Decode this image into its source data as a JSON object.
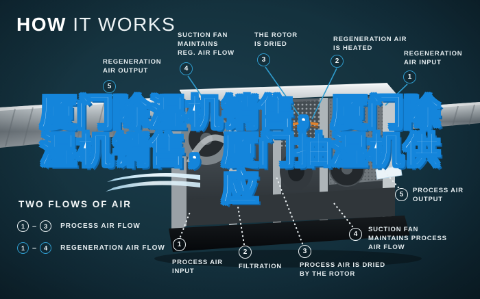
{
  "colors": {
    "background": "#132f3d",
    "accent_teal": "#2f9cce",
    "label_white": "#e3ebee",
    "overlay_fill": "#ffffff",
    "overlay_outline": "#1485db",
    "machine_silver": "#c7ccd0",
    "heater_orange": "#e0822e",
    "base_dark": "#0c1013"
  },
  "header": {
    "title_bold": "HOW",
    "title_light": " IT WORKS"
  },
  "overlay": {
    "line1": "厦门除湿机销售，厦门除",
    "line2": "湿机销售，厦门抽湿机供",
    "line3": "应"
  },
  "callouts": {
    "regeneration_output": {
      "num": "5",
      "label": "REGENERATION\nAIR OUTPUT"
    },
    "suction_fan_reg": {
      "num": "4",
      "label": "SUCTION FAN\nMAINTAINS\nREG. AIR FLOW"
    },
    "rotor_dried": {
      "num": "3",
      "label": "THE ROTOR\nIS DRIED"
    },
    "regeneration_heated": {
      "num": "2",
      "label": "REGENERATION AIR\nIS HEATED"
    },
    "regeneration_input": {
      "num": "1",
      "label": "REGENERATION\nAIR INPUT"
    },
    "process_output": {
      "num": "5",
      "label": "PROCESS AIR\nOUTPUT"
    },
    "suction_fan_process": {
      "num": "4",
      "label": "SUCTION FAN\nMAINTAINS PROCESS\nAIR FLOW"
    },
    "process_dried": {
      "num": "3",
      "label": "PROCESS AIR IS DRIED\nBY THE ROTOR"
    },
    "filtration": {
      "num": "2",
      "label": "FILTRATION"
    },
    "process_input": {
      "num": "1",
      "label": "PROCESS AIR\nINPUT"
    }
  },
  "legend": {
    "title": "TWO FLOWS OF AIR",
    "rows": [
      {
        "from": "1",
        "to": "3",
        "dash": "–",
        "label": "PROCESS AIR FLOW",
        "style": "process"
      },
      {
        "from": "1",
        "to": "4",
        "dash": "–",
        "label": "REGENERATION AIR FLOW",
        "style": "regeneration"
      }
    ]
  }
}
